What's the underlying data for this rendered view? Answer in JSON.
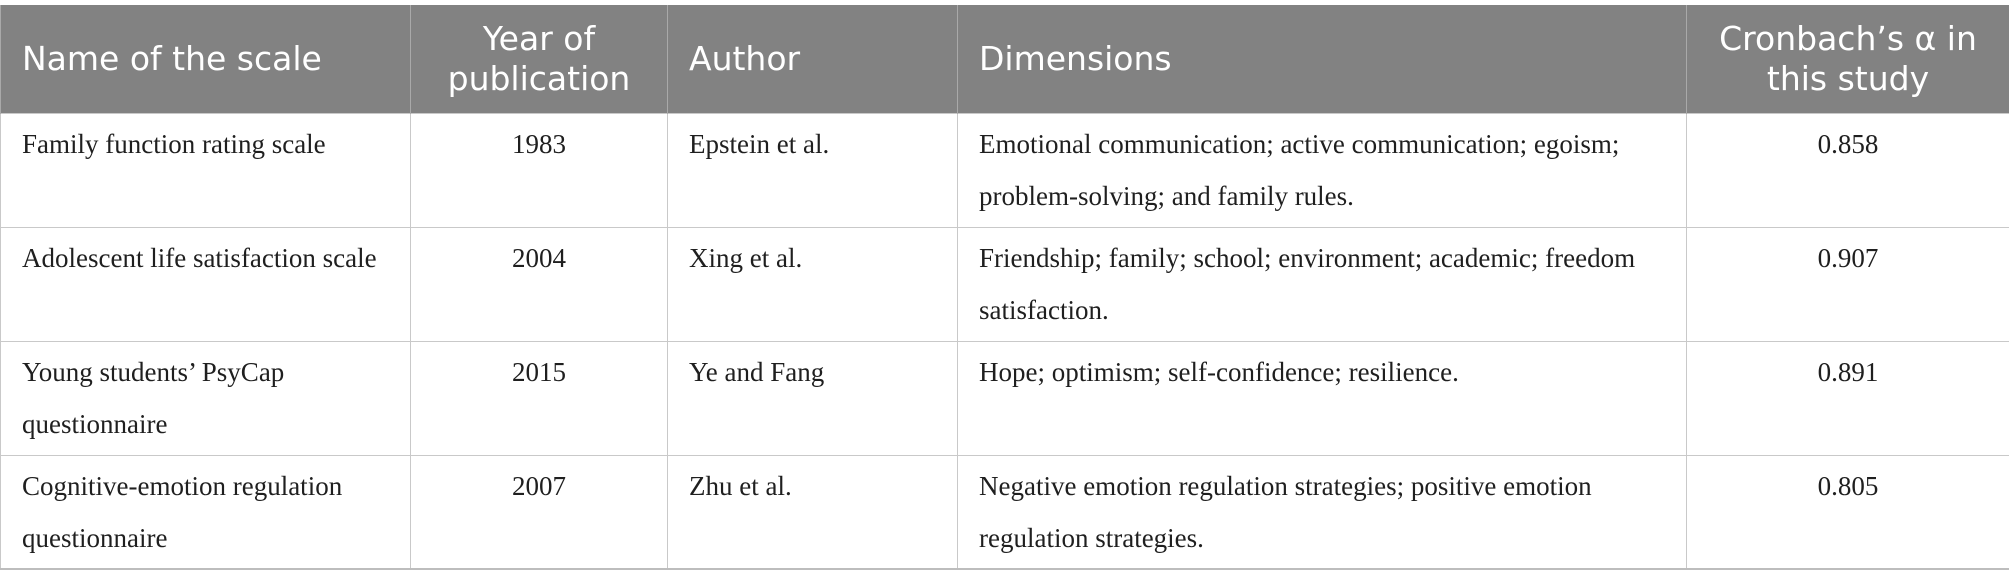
{
  "table": {
    "headers": [
      "Name of the scale",
      "Year of publication",
      "Author",
      "Dimensions",
      "Cronbach’s α in this study"
    ],
    "rows": [
      {
        "name": "Family function rating scale",
        "year": "1983",
        "author": "Epstein et al.",
        "dimensions": "Emotional communication; active communication; egoism; problem-solving; and family rules.",
        "alpha": "0.858"
      },
      {
        "name": "Adolescent life satisfaction scale",
        "year": "2004",
        "author": "Xing et al.",
        "dimensions": "Friendship; family; school; environment; academic; freedom satisfaction.",
        "alpha": "0.907"
      },
      {
        "name": "Young students’ PsyCap questionnaire",
        "year": "2015",
        "author": "Ye and Fang",
        "dimensions": "Hope; optimism; self-confidence; resilience.",
        "alpha": "0.891"
      },
      {
        "name": "Cognitive-emotion regulation questionnaire",
        "year": "2007",
        "author": "Zhu et al.",
        "dimensions": "Negative emotion regulation strategies; positive emotion regulation strategies.",
        "alpha": "0.805"
      }
    ]
  }
}
